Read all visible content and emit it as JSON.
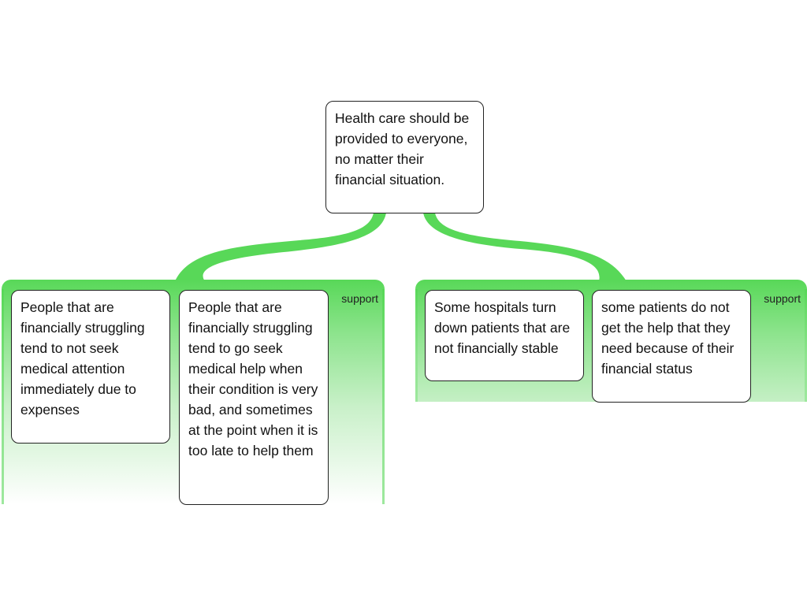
{
  "diagram": {
    "type": "argument-map",
    "colors": {
      "support": "#58d858",
      "node_border": "#222222",
      "node_fill": "#ffffff"
    },
    "root": {
      "text": "Health care should be provided to everyone, no matter their financial situation."
    },
    "groups": [
      {
        "relation": "support",
        "label": "support",
        "premises": [
          {
            "text": "People that are financially struggling tend to not seek medical attention immediately due to expenses"
          },
          {
            "text": "People that are financially struggling tend to go seek medical help when their condition is very bad, and sometimes at the point when it is too late to help them"
          }
        ]
      },
      {
        "relation": "support",
        "label": "support",
        "premises": [
          {
            "text": "Some hospitals turn down patients that are not financially stable"
          },
          {
            "text": "some patients do not get the help that they need because of their financial status"
          }
        ]
      }
    ]
  }
}
